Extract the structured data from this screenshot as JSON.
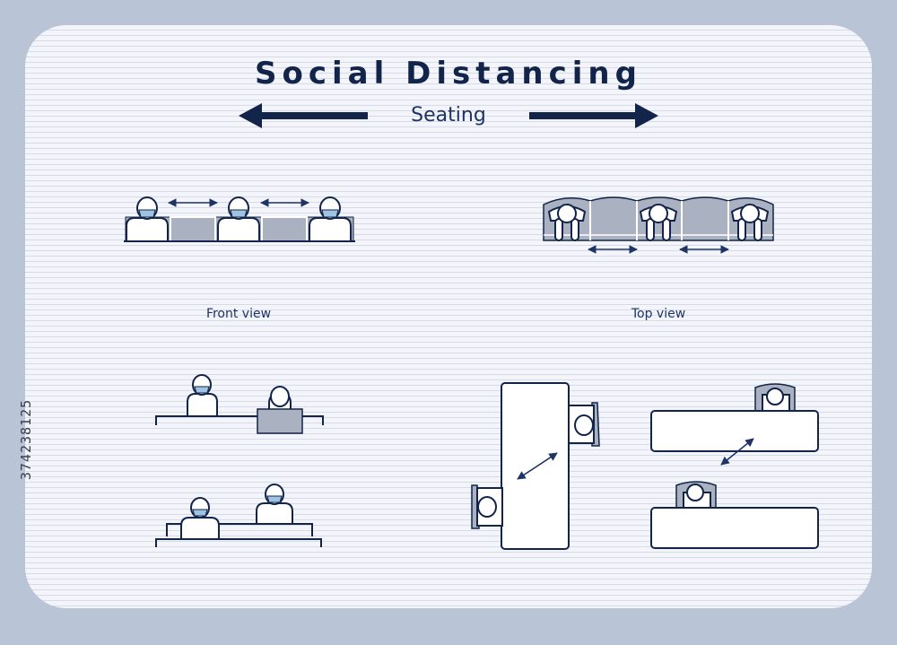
{
  "header": {
    "title": "Social Distancing",
    "subtitle": "Seating"
  },
  "captions": {
    "front": "Front view",
    "top": "Top view"
  },
  "side_text": "374238125",
  "colors": {
    "navy": "#122449",
    "seat_gray": "#aab2c2",
    "mask_blue": "#9fc4e2",
    "panel": "#f3f5fa",
    "frame": "#b9c4d7"
  }
}
